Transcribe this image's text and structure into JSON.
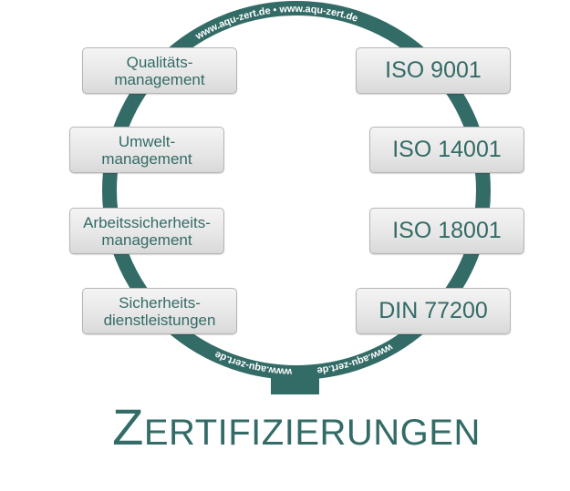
{
  "ring": {
    "text": "www.aqu-zert.de",
    "separator": "•",
    "color": "#336b66"
  },
  "left_items": [
    {
      "line1": "Qualitäts-",
      "line2": "management"
    },
    {
      "line1": "Umwelt-",
      "line2": "management"
    },
    {
      "line1": "Arbeitssicherheits-",
      "line2": "management"
    },
    {
      "line1": "Sicherheits-",
      "line2": "dienstleistungen"
    }
  ],
  "right_items": [
    "ISO 9001",
    "ISO 14001",
    "ISO 18001",
    "DIN 77200"
  ],
  "title": {
    "first": "Z",
    "rest": "ERTIFIZIERUNGEN"
  }
}
